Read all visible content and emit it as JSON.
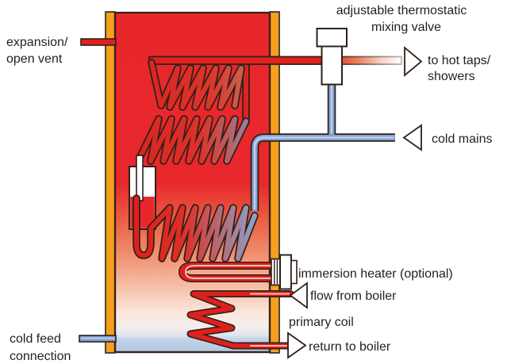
{
  "diagram": {
    "type": "thermal-store hot water cylinder schematic",
    "labels": {
      "expansion_vent": [
        "expansion/",
        "open vent"
      ],
      "mixing_valve": [
        "adjustable thermostatic",
        "mixing valve"
      ],
      "hot_taps": [
        "to hot taps/",
        "showers"
      ],
      "cold_mains": "cold mains",
      "immersion_heater": "immersion heater (optional)",
      "flow_from_boiler": "flow from boiler",
      "primary_coil": "primary coil",
      "return_to_boiler": "return to boiler",
      "cold_feed": [
        "cold feed",
        "connection"
      ]
    },
    "colors": {
      "tank_hot_red": "#E8272B",
      "tank_warm_salmon": "#F2A88B",
      "tank_cold_blue": "#AFC5DF",
      "jacket_orange": "#F5A01F",
      "pipe_blue": "#83A2D2",
      "pipe_red": "#DF201D",
      "outline": "#2E211A",
      "label_text": "#231F20",
      "background": "#FFFFFF"
    }
  }
}
